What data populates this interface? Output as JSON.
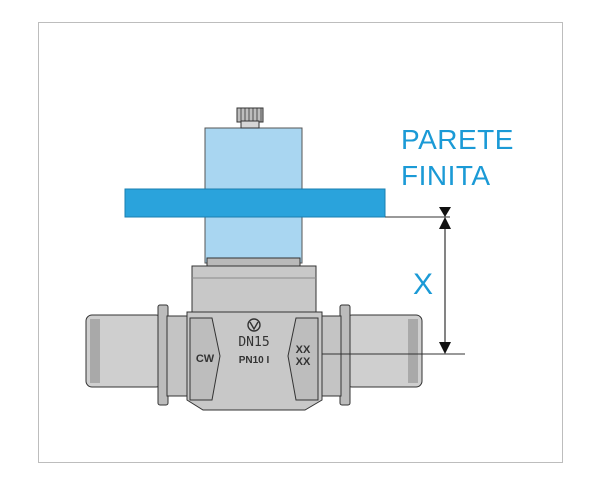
{
  "labels": {
    "wall_line1": "PARETE",
    "wall_line2": "FINITA",
    "dimension": "X"
  },
  "valve_markings": {
    "size": "DN15",
    "pressure": "PN10 I",
    "left_tag": "CW",
    "right_tag_top": "XX",
    "right_tag_bottom": "XX"
  },
  "colors": {
    "accent": "#1b9ad6",
    "wall": "#2aa3dc",
    "extension": "#a9d6f1",
    "metal": "#c8c8c8",
    "outline": "#333333"
  },
  "icons": [
    "logo-v-icon",
    "dimension-arrow-up-icon",
    "dimension-arrow-down-icon"
  ]
}
